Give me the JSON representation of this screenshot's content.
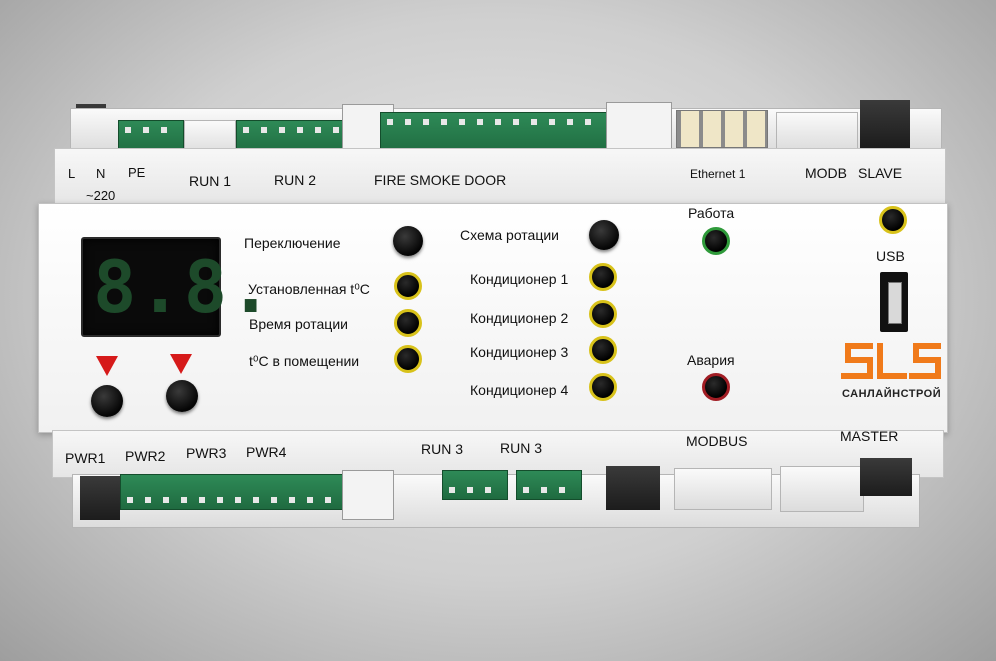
{
  "top_labels": {
    "l": "L",
    "n": "N",
    "pe": "PE",
    "voltage": "~220",
    "run1": "RUN 1",
    "run2": "RUN 2",
    "fire": "FIRE SMOKE DOOR",
    "ethernet": "Ethernet 1",
    "modb": "MODB",
    "slave": "SLAVE"
  },
  "display": {
    "value": "8.8."
  },
  "controls": {
    "switching": "Переключение",
    "set_temp": "Установленная t⁰C",
    "rotation_time": "Время ротации",
    "room_temp": "t⁰C в помещении",
    "rotation_scheme": "Схема ротации",
    "ac1": "Кондиционер 1",
    "ac2": "Кондиционер 2",
    "ac3": "Кондиционер 3",
    "ac4": "Кондиционер 4",
    "work": "Работа",
    "alarm": "Авария",
    "usb": "USB"
  },
  "brand": {
    "name": "САНЛАЙНСТРОЙ",
    "accent": "#f07a1a"
  },
  "bottom_labels": {
    "pwr1": "PWR1",
    "pwr2": "PWR2",
    "pwr3": "PWR3",
    "pwr4": "PWR4",
    "run3a": "RUN 3",
    "run3b": "RUN 3",
    "modbus": "MODBUS",
    "master": "MASTER"
  },
  "colors": {
    "terminal_green": "#2e8a57",
    "led_yellow": "#d8c21a",
    "led_green": "#2f9a3a",
    "led_red": "#a11d24",
    "arrow_red": "#d61a1a"
  }
}
